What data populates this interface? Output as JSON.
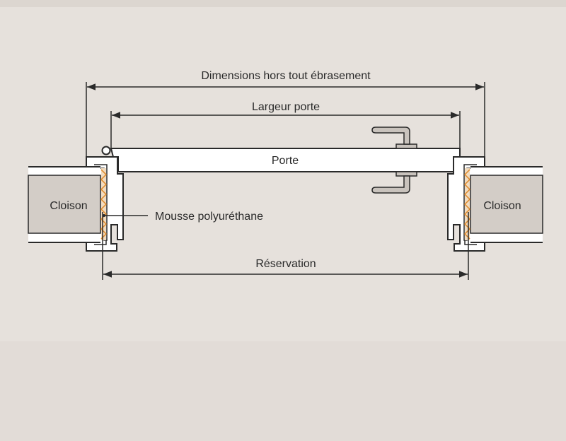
{
  "labels": {
    "overall": "Dimensions hors tout ébrasement",
    "door_width": "Largeur porte",
    "door": "Porte",
    "wall_left": "Cloison",
    "wall_right": "Cloison",
    "foam": "Mousse polyuréthane",
    "opening": "Réservation"
  },
  "colors": {
    "background": "#e6e1dc",
    "wall": "#d3cdc7",
    "foam": "#e08a2a",
    "line": "#2a2a2a"
  }
}
